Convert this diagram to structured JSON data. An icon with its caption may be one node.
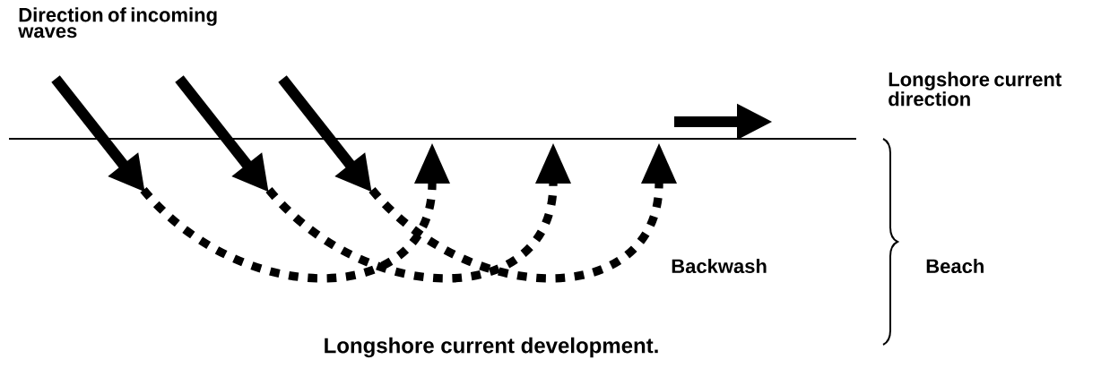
{
  "diagram": {
    "caption": "Longshore current development.",
    "labels": [
      "Direction of incoming waves",
      "Longshore current direction",
      "Backwash",
      "Beach"
    ]
  }
}
